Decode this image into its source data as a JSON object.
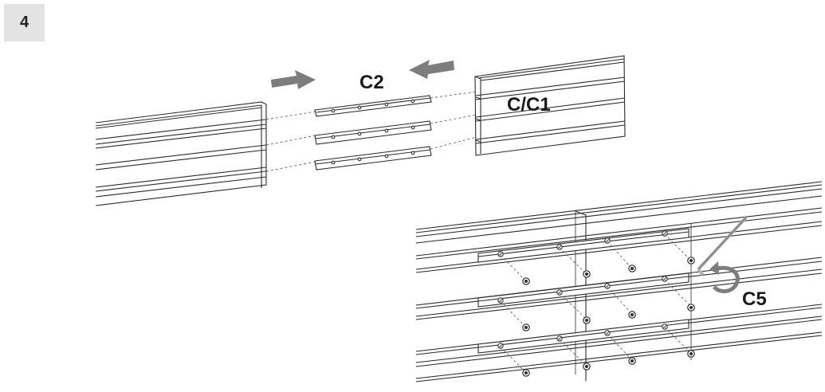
{
  "step": {
    "number": "4"
  },
  "labels": {
    "connector": "C2",
    "rail": "C/C1",
    "screw": "C5"
  },
  "colors": {
    "line": "#2b2b2b",
    "arrow": "#7d7d7d",
    "badge": "#e3e3e3"
  }
}
